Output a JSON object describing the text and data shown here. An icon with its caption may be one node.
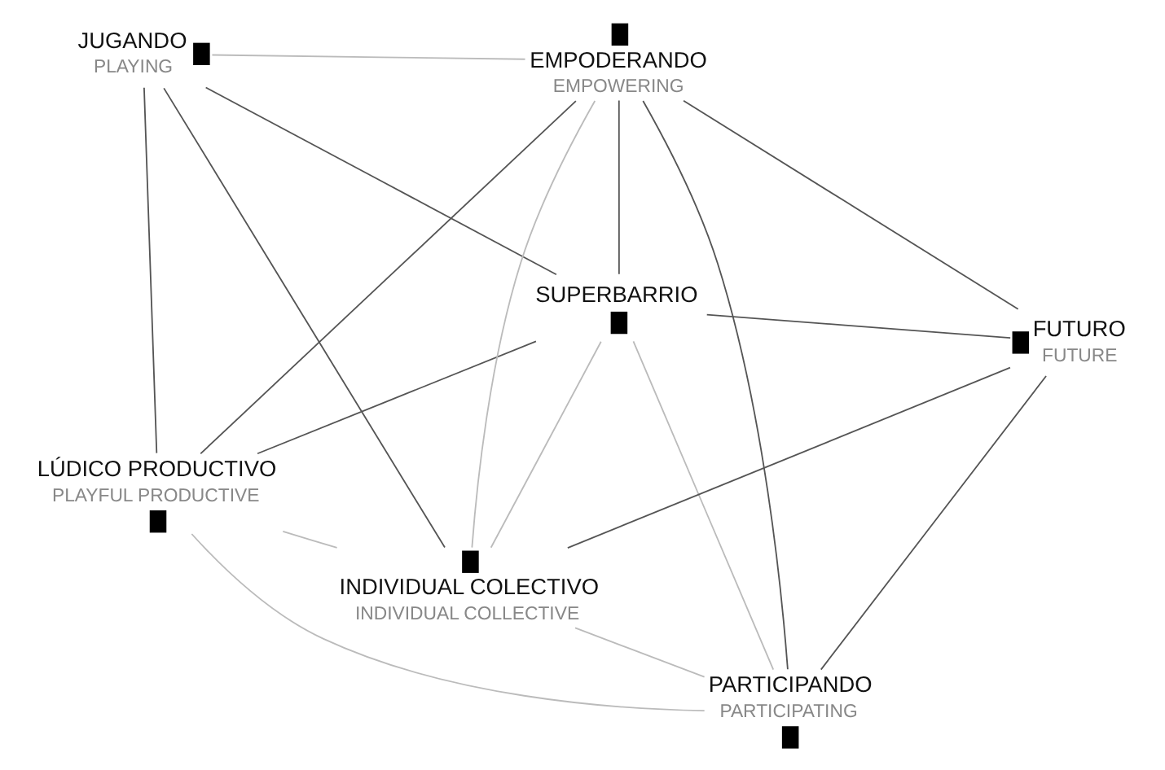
{
  "diagram": {
    "nodes": [
      {
        "text": [
          "LÚDICO PRODUCTIVO",
          "PLAYFUL PRODUCTIVE"
        ]
      },
      {
        "text": [
          "PARTICIPANDO",
          "PARTICIPATING"
        ]
      },
      {
        "text": [
          "SUPERBARRIO"
        ]
      },
      {
        "text": [
          "JUGANDO",
          "PLAYING"
        ]
      },
      {
        "text": [
          "FUTURO",
          "FUTURE"
        ]
      },
      {
        "text": [
          "EMPODERANDO",
          "EMPOWERING"
        ]
      },
      {
        "text": [
          "INDIVIDUAL COLECTIVO",
          "INDIVIDUAL COLLECTIVE"
        ]
      }
    ],
    "edges": [
      {
        "from": 0,
        "to": 1,
        "arrow": "none",
        "color": "#bbbbbb"
      },
      {
        "from": 0,
        "to": 2,
        "arrow": "none"
      },
      {
        "from": 0,
        "to": 3,
        "arrow": "none"
      },
      {
        "from": 0,
        "to": 5,
        "arrow": "none"
      },
      {
        "from": 0,
        "to": 6,
        "arrow": "none",
        "color": "#bbbbbb"
      },
      {
        "from": 1,
        "to": 2,
        "arrow": "none",
        "color": "#bbbbbb"
      },
      {
        "from": 1,
        "to": 4,
        "arrow": "none"
      },
      {
        "from": 1,
        "to": 5,
        "arrow": "none"
      },
      {
        "from": 1,
        "to": 6,
        "arrow": "none",
        "color": "#bbbbbb"
      },
      {
        "from": 2,
        "to": 3,
        "arrow": "none"
      },
      {
        "from": 2,
        "to": 4,
        "arrow": "none"
      },
      {
        "from": 2,
        "to": 5,
        "arrow": "none"
      },
      {
        "from": 2,
        "to": 6,
        "arrow": "none",
        "color": "#bbbbbb"
      },
      {
        "from": 3,
        "to": 5,
        "arrow": "none",
        "color": "#bbbbbb"
      },
      {
        "from": 3,
        "to": 6,
        "arrow": "none"
      },
      {
        "from": 4,
        "to": 5,
        "arrow": "none"
      },
      {
        "from": 4,
        "to": 6,
        "arrow": "none"
      },
      {
        "from": 5,
        "to": 6,
        "arrow": "none",
        "color": "#bbbbbb"
      }
    ]
  }
}
